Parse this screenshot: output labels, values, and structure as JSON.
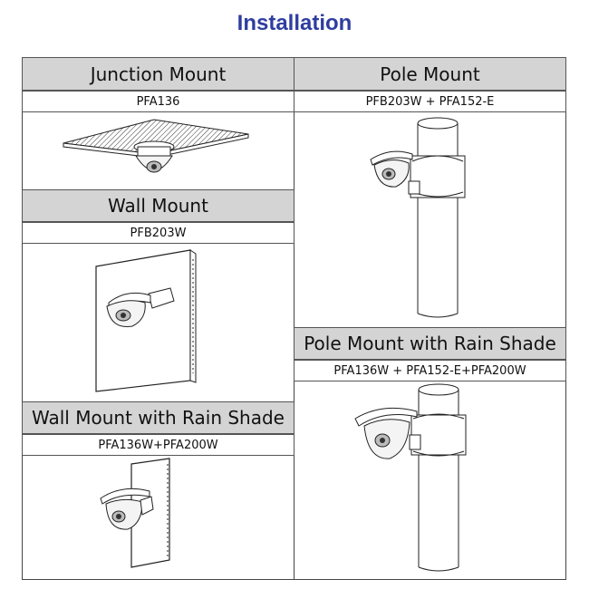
{
  "page": {
    "title": "Installation"
  },
  "sections": {
    "junction": {
      "heading": "Junction Mount",
      "model": "PFA136"
    },
    "pole": {
      "heading": "Pole Mount",
      "model": "PFB203W + PFA152-E"
    },
    "wall": {
      "heading": "Wall Mount",
      "model": "PFB203W"
    },
    "pole_shade": {
      "heading": "Pole Mount with Rain Shade",
      "model": "PFA136W + PFA152-E+PFA200W"
    },
    "wall_shade": {
      "heading": "Wall Mount with Rain Shade",
      "model": "PFA136W+PFA200W"
    }
  },
  "colors": {
    "title": "#2f3da0",
    "header_bg": "#d4d4d4",
    "line": "#444444"
  }
}
